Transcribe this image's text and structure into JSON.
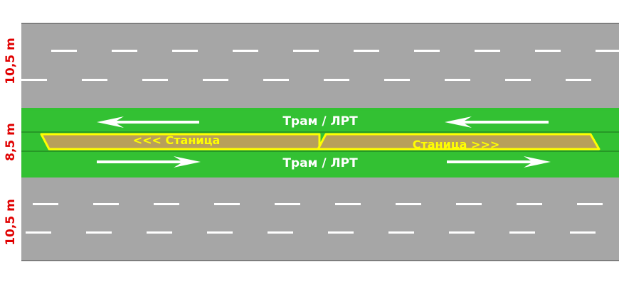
{
  "colors": {
    "road": "#a6a6a6",
    "road_edge": "#333333",
    "tram_lane": "#33c133",
    "platform": "#b8a05a",
    "platform_edge": "#ffff00",
    "marking": "#ffffff",
    "dimension_text": "#e00000",
    "lane_text": "#ffffff",
    "station_text": "#ffff00"
  },
  "dimensions": {
    "top_road": "10,5 m",
    "tram_corridor": "8,5 m",
    "bottom_road": "10,5 m"
  },
  "tram_lanes": {
    "upper_label": "Трам / ЛРТ",
    "lower_label": "Трам / ЛРТ",
    "upper_direction": "left",
    "lower_direction": "right"
  },
  "platforms": {
    "left_label": "<<< Станица",
    "right_label": "Станица >>>"
  },
  "icons": {
    "arrow_left": "arrow-left-icon",
    "arrow_right": "arrow-right-icon"
  }
}
